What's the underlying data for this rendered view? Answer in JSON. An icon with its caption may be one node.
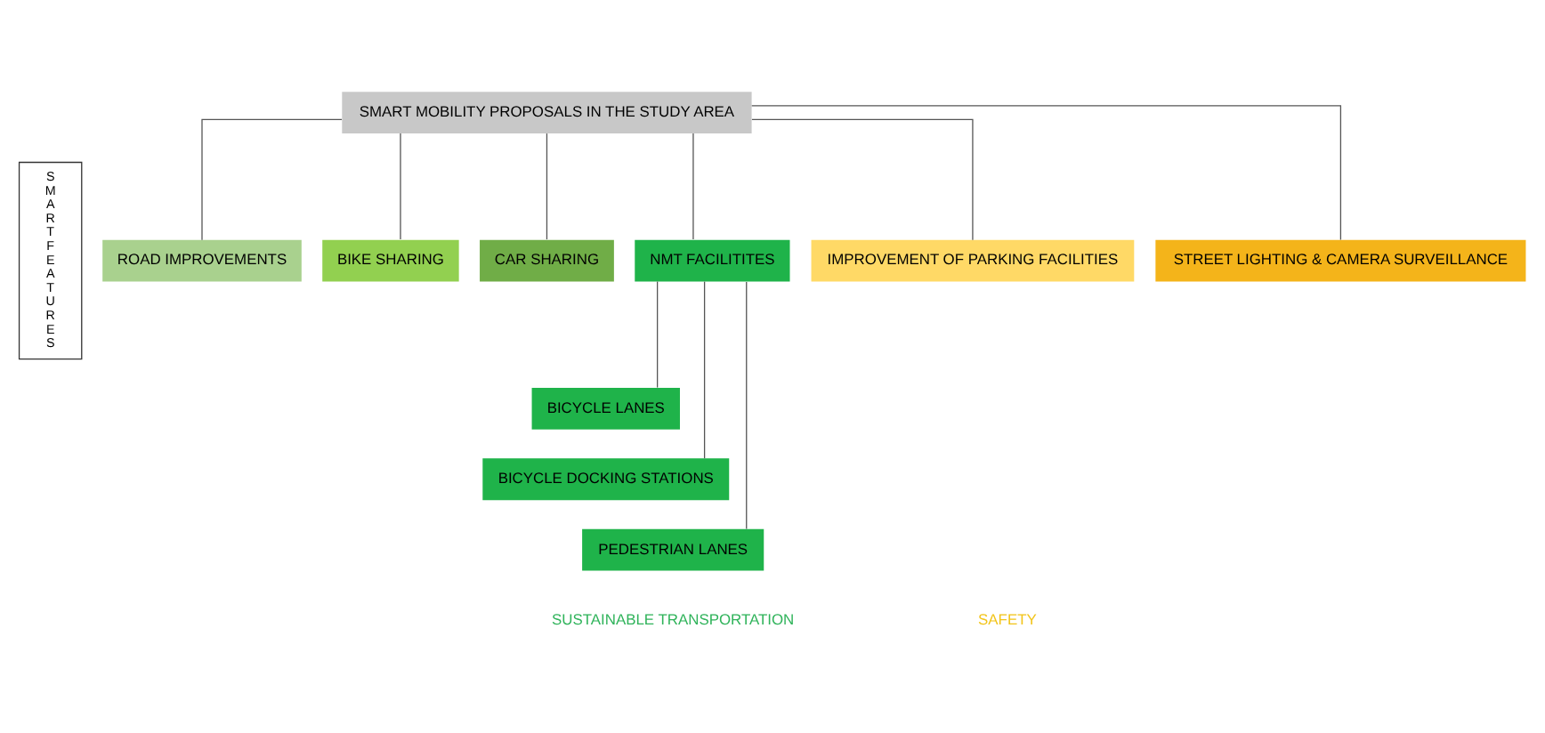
{
  "diagram": {
    "nodes": [
      {
        "text": [
          "SMART MOBILITY PROPOSALS IN THE STUDY AREA"
        ]
      },
      {
        "text": [
          "S M A R T F E A T U R E S"
        ]
      },
      {
        "text": [
          "ROAD IMPROVEMENTS"
        ]
      },
      {
        "text": [
          "BIKE SHARING"
        ]
      },
      {
        "text": [
          "CAR SHARING"
        ]
      },
      {
        "text": [
          "NMT FACILITITES"
        ]
      },
      {
        "text": [
          "IMPROVEMENT OF PARKING FACILITIES"
        ]
      },
      {
        "text": [
          "STREET LIGHTING & CAMERA SURVEILLANCE"
        ]
      },
      {
        "text": [
          "BICYCLE LANES"
        ]
      },
      {
        "text": [
          "BICYCLE DOCKING STATIONS"
        ]
      },
      {
        "text": [
          "PEDESTRIAN LANES"
        ]
      }
    ],
    "edges": [
      {
        "from": 0,
        "to": 2,
        "arrow": "none"
      },
      {
        "from": 0,
        "to": 3,
        "arrow": "none"
      },
      {
        "from": 0,
        "to": 4,
        "arrow": "none"
      },
      {
        "from": 0,
        "to": 5,
        "arrow": "none"
      },
      {
        "from": 0,
        "to": 6,
        "arrow": "none"
      },
      {
        "from": 0,
        "to": 7,
        "arrow": "none"
      },
      {
        "from": 5,
        "to": 8,
        "arrow": "none"
      },
      {
        "from": 5,
        "to": 9,
        "arrow": "none"
      },
      {
        "from": 5,
        "to": 10,
        "arrow": "none"
      }
    ],
    "labels": [
      "SUSTAINABLE TRANSPORTATION",
      "SAFETY"
    ]
  }
}
